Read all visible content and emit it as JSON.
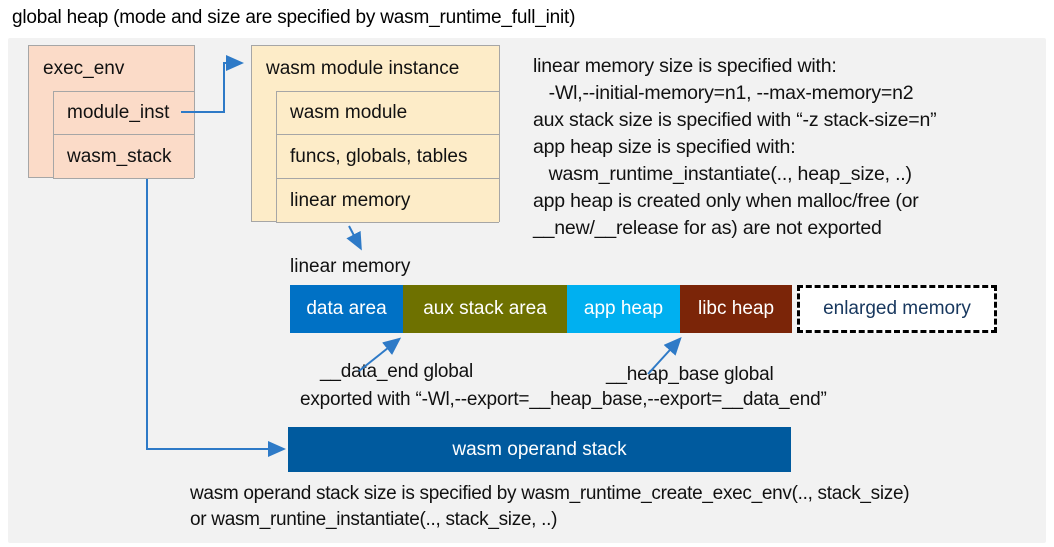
{
  "title": "global heap (mode and size are specified by wasm_runtime_full_init)",
  "exec_env": {
    "header": "exec_env",
    "rows": [
      "module_inst",
      "wasm_stack"
    ]
  },
  "module_instance": {
    "header": "wasm module instance",
    "rows": [
      "wasm module",
      "funcs, globals, tables",
      "linear memory"
    ]
  },
  "notes_right": {
    "line1": "linear memory size is specified with:",
    "line2": "   -Wl,--initial-memory=n1, --max-memory=n2",
    "line3": "aux stack size is specified with “-z stack-size=n”",
    "line4": "app heap size is specified with:",
    "line5": "   wasm_runtime_instantiate(.., heap_size, ..)",
    "line6": "app heap is created only when malloc/free (or",
    "line7": "__new/__release for as) are not exported"
  },
  "linear_memory": {
    "label": "linear memory",
    "segments": [
      {
        "label": "data area",
        "color": "#0071c5"
      },
      {
        "label": "aux stack area",
        "color": "#6e7100"
      },
      {
        "label": "app heap",
        "color": "#00b0f0"
      },
      {
        "label": "libc heap",
        "color": "#7b2508"
      },
      {
        "label": "enlarged memory",
        "color": "#ffffff",
        "border": "dashed",
        "text_color": "#17375e"
      }
    ]
  },
  "annotations": {
    "data_end": "__data_end global",
    "heap_base": "__heap_base global",
    "exported": "exported with “-Wl,--export=__heap_base,--export=__data_end”"
  },
  "operand_stack": {
    "label": "wasm operand stack",
    "color": "#005a9e"
  },
  "bottom_note": {
    "line1": "wasm operand stack size is specified by wasm_runtime_create_exec_env(.., stack_size)",
    "line2": "or wasm_runtine_instantiate(.., stack_size, ..)"
  },
  "colors": {
    "panel_background": "#f2f2f2",
    "record_box_peach": "#fbdbc8",
    "record_box_cream": "#fdecc8",
    "box_border": "#a6a6a6",
    "arrow_blue": "#2e7ac7"
  }
}
